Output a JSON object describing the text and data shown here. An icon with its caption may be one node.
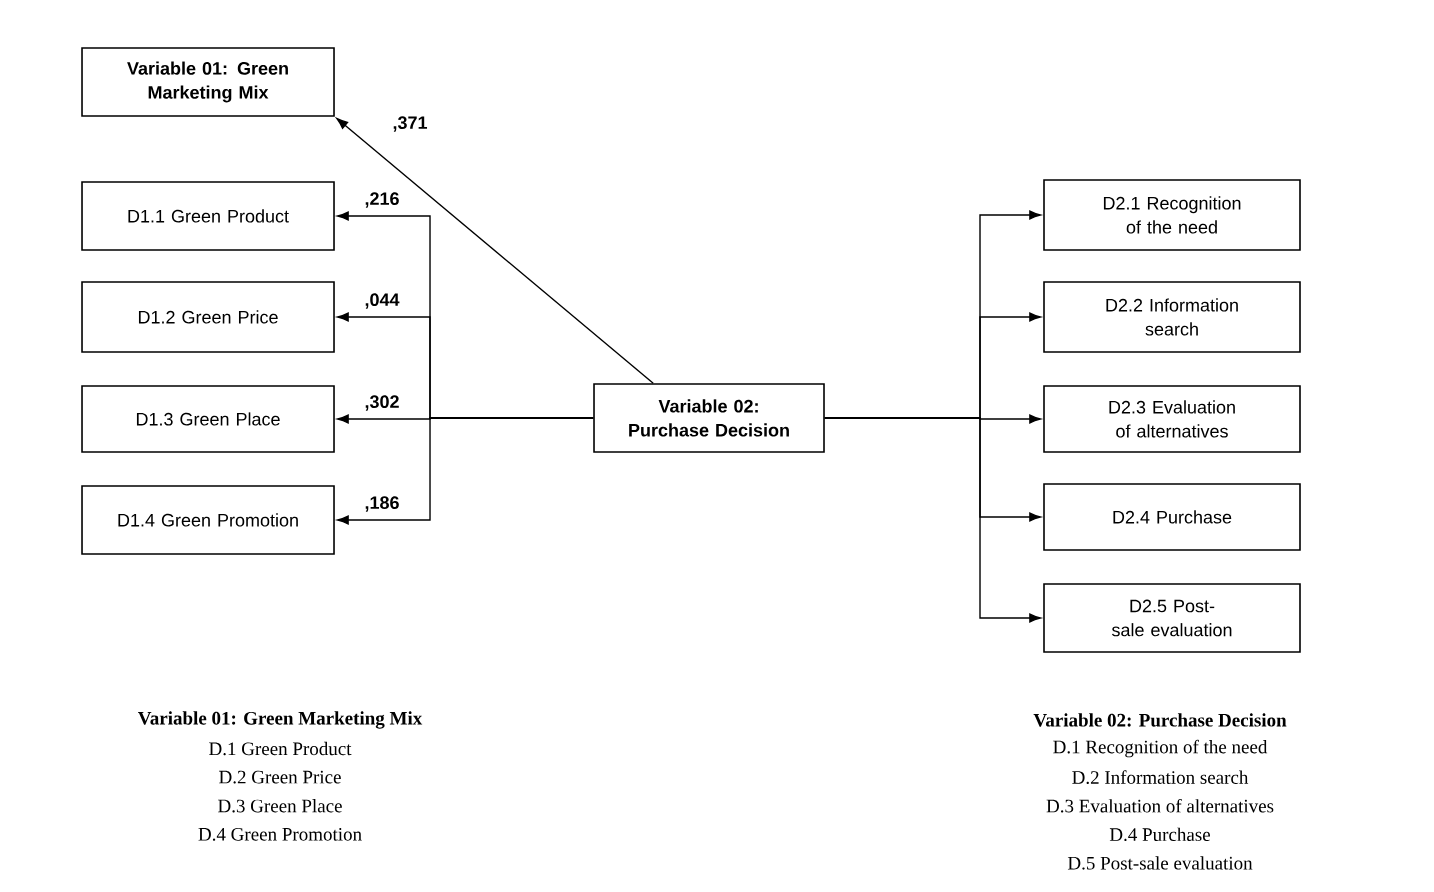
{
  "diagram": {
    "nodes": [
      {
        "text": [
          "Variable 01: Green Marketing Mix"
        ]
      },
      {
        "text": [
          "D1.1 Green Product"
        ]
      },
      {
        "text": [
          "D1.2 Green Price"
        ]
      },
      {
        "text": [
          "D1.3 Green Place"
        ]
      },
      {
        "text": [
          "D1.4 Green Promotion"
        ]
      },
      {
        "text": [
          "Variable 02: Purchase Decision"
        ]
      },
      {
        "text": [
          "D2.1 Recognition of the need"
        ]
      },
      {
        "text": [
          "D2.2 Information search"
        ]
      },
      {
        "text": [
          "D2.3 Evaluation of alternatives"
        ]
      },
      {
        "text": [
          "D2.4 Purchase"
        ]
      },
      {
        "text": [
          "D2.5 Post-sale evaluation"
        ]
      }
    ],
    "edges": [
      {
        "from": 5,
        "to": 0,
        "arrow": "to",
        "label": ",371"
      },
      {
        "from": 5,
        "to": 1,
        "arrow": "to",
        "label": ",216"
      },
      {
        "from": 5,
        "to": 2,
        "arrow": "to",
        "label": ",044"
      },
      {
        "from": 5,
        "to": 3,
        "arrow": "to",
        "label": ",302"
      },
      {
        "from": 5,
        "to": 4,
        "arrow": "to",
        "label": ",186"
      },
      {
        "from": 5,
        "to": 6,
        "arrow": "to"
      },
      {
        "from": 5,
        "to": 7,
        "arrow": "to"
      },
      {
        "from": 5,
        "to": 8,
        "arrow": "to"
      },
      {
        "from": 5,
        "to": 9,
        "arrow": "to"
      },
      {
        "from": 5,
        "to": 10,
        "arrow": "to"
      }
    ],
    "labels": [
      "Variable 01: Green Marketing Mix",
      "D.1 Green Product",
      "D.2 Green Price",
      "D.3 Green Place",
      "D.4 Green Promotion",
      "Variable 02: Purchase Decision",
      "D.1 Recognition of the need",
      "D.2 Information search",
      "D.3 Evaluation of alternatives",
      "D.4 Purchase",
      "D.5 Post-sale evaluation"
    ]
  }
}
